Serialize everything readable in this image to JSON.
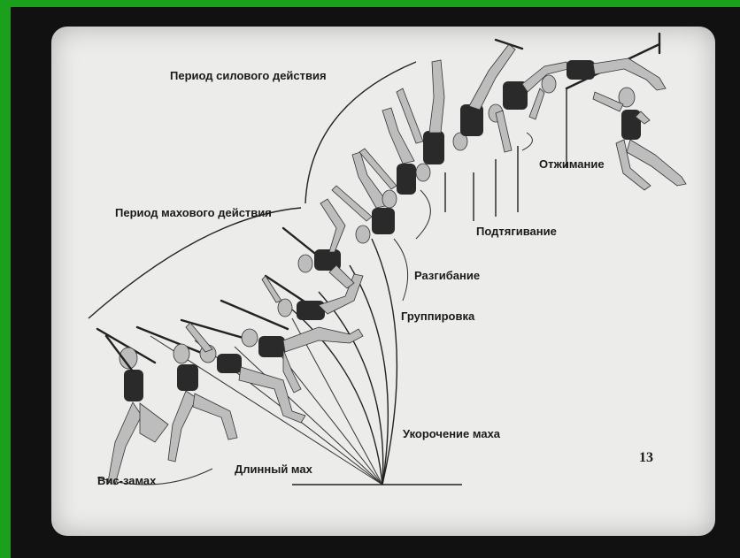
{
  "labels": {
    "power_period": "Период силового действия",
    "swing_period": "Период махового действия",
    "push_off": "Отжимание",
    "pull_up": "Подтягивание",
    "extension": "Разгибание",
    "tuck": "Группировка",
    "swing_shortening": "Укорочение маха",
    "long_swing": "Длинный мах",
    "hang_swing": "Вис-замах"
  },
  "page_number": "13",
  "colors": {
    "border": "#1aa01a",
    "slide_bg": "#ececea",
    "ink": "#1a1a1a"
  }
}
